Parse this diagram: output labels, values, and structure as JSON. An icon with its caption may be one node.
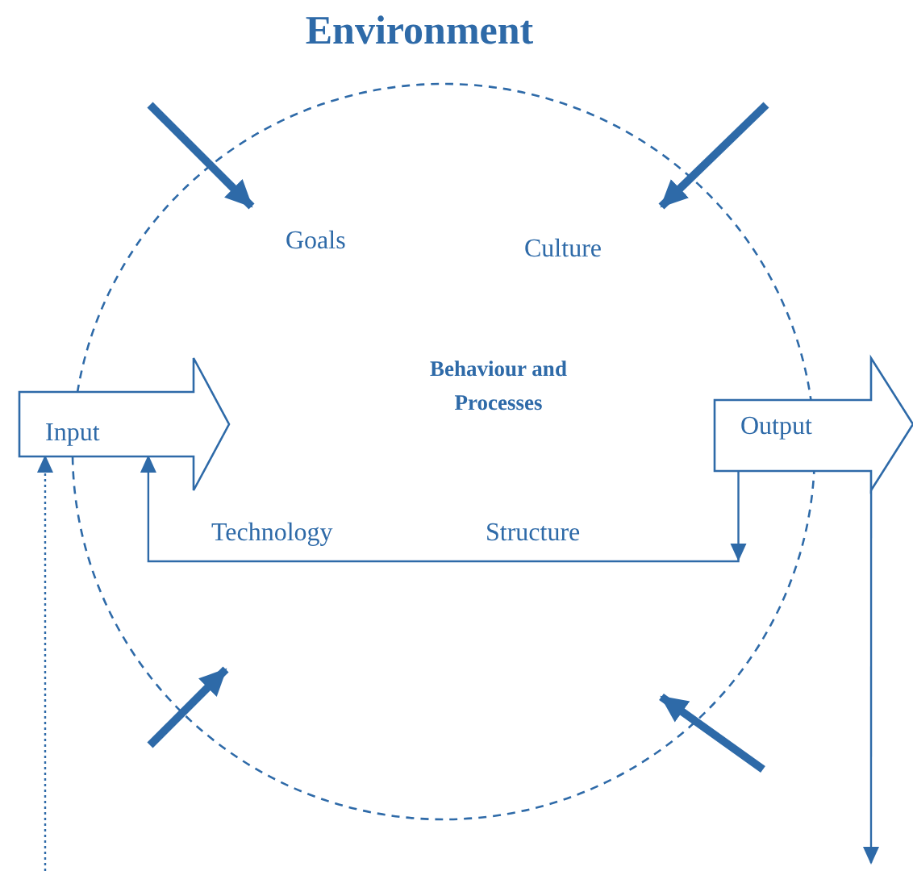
{
  "diagram": {
    "title": "Environment",
    "nodes": [
      {
        "text": [
          "Input"
        ]
      },
      {
        "text": [
          "Output"
        ]
      }
    ],
    "edges": [
      {
        "from": 1,
        "to": 0,
        "arrow": "to"
      },
      {
        "from": null,
        "to": 0,
        "arrow": "to",
        "style": "dashed"
      },
      {
        "from": 1,
        "to": null,
        "arrow": "to"
      }
    ],
    "labels": [
      "Goals",
      "Culture",
      "Behaviour and Processes",
      "Technology",
      "Structure"
    ]
  }
}
